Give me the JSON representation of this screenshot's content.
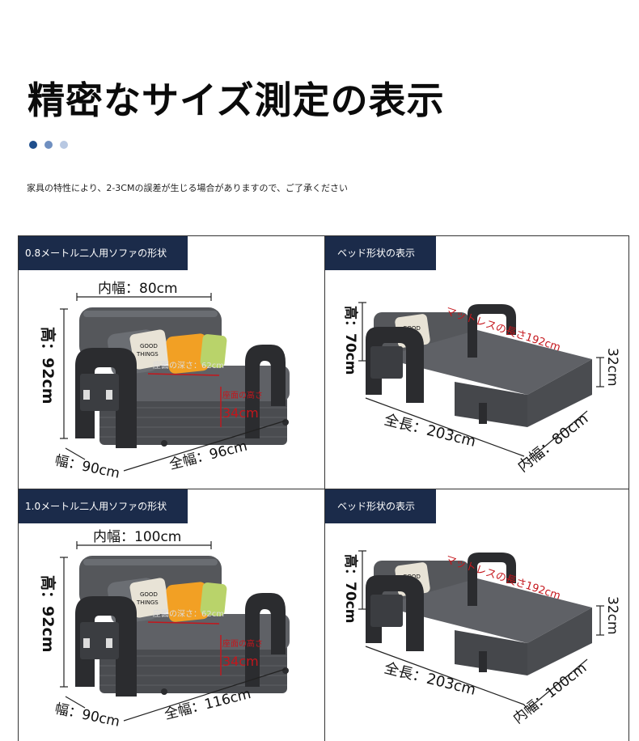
{
  "header": {
    "title": "精密なサイズ測定の表示",
    "dot_colors": [
      "#1f4e8c",
      "#6f8fc0",
      "#b8c8e2"
    ],
    "note": "家具の特性により、2-3CMの誤差が生じる場合がありますので、ご了承ください"
  },
  "panels": [
    {
      "label": "0.8メートル二人用ソファの形状",
      "inner_width": "内幅：80cm",
      "height": "高：92cm",
      "seat_depth": "座面の深さ：62cm",
      "seat_height_label": "座面の高さ",
      "seat_height": "34cm",
      "depth": "幅：90cm",
      "full_width": "全幅：96cm"
    },
    {
      "label": "ベッド形状の表示",
      "height": "高：70cm",
      "mattress": "マットレスの長さ192cm",
      "side_height": "32cm",
      "total_length": "全長：203cm",
      "inner_width": "内幅：80cm"
    },
    {
      "label": "1.0メートル二人用ソファの形状",
      "inner_width": "内幅：100cm",
      "height": "高：92cm",
      "seat_depth": "座面の深さ：62cm",
      "seat_height_label": "座面の高さ",
      "seat_height": "34cm",
      "depth": "幅：90cm",
      "full_width": "全幅：116cm"
    },
    {
      "label": "ベッド形状の表示",
      "height": "高：70cm",
      "mattress": "マットレスの長さ192cm",
      "side_height": "32cm",
      "total_length": "全長：203cm",
      "inner_width": "内幅：100cm"
    }
  ],
  "pillow_texts": {
    "line1": "GOOD",
    "line2": "THINGS"
  }
}
